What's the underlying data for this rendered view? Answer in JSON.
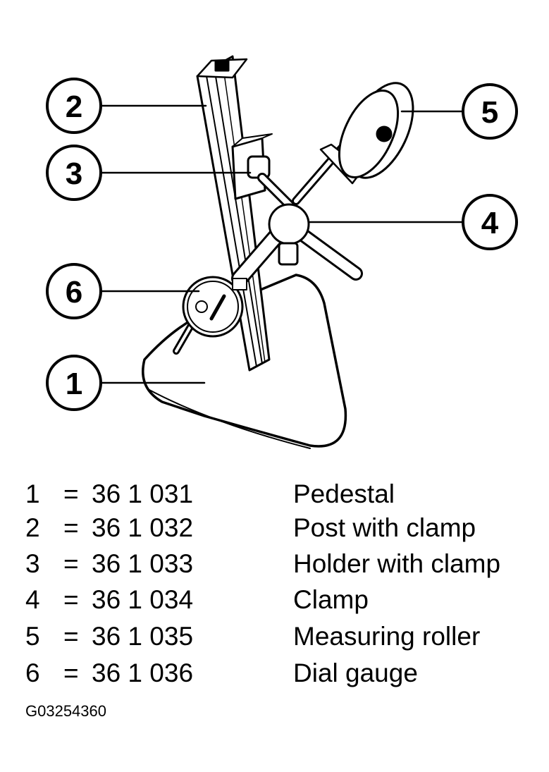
{
  "callouts": [
    {
      "num": "1"
    },
    {
      "num": "2"
    },
    {
      "num": "3"
    },
    {
      "num": "4"
    },
    {
      "num": "5"
    },
    {
      "num": "6"
    }
  ],
  "legend": [
    {
      "num": "1",
      "eq": "=",
      "code": "36 1 031",
      "desc": "Pedestal"
    },
    {
      "num": "2",
      "eq": "=",
      "code": "36 1 032",
      "desc": "Post with clamp"
    },
    {
      "num": "3",
      "eq": "=",
      "code": "36 1 033",
      "desc": "Holder with clamp"
    },
    {
      "num": "4",
      "eq": "=",
      "code": "36 1 034",
      "desc": "Clamp"
    },
    {
      "num": "5",
      "eq": "=",
      "code": "36 1 035",
      "desc": "Measuring roller"
    },
    {
      "num": "6",
      "eq": "=",
      "code": "36 1 036",
      "desc": "Dial gauge"
    }
  ],
  "figure_id": "G03254360"
}
